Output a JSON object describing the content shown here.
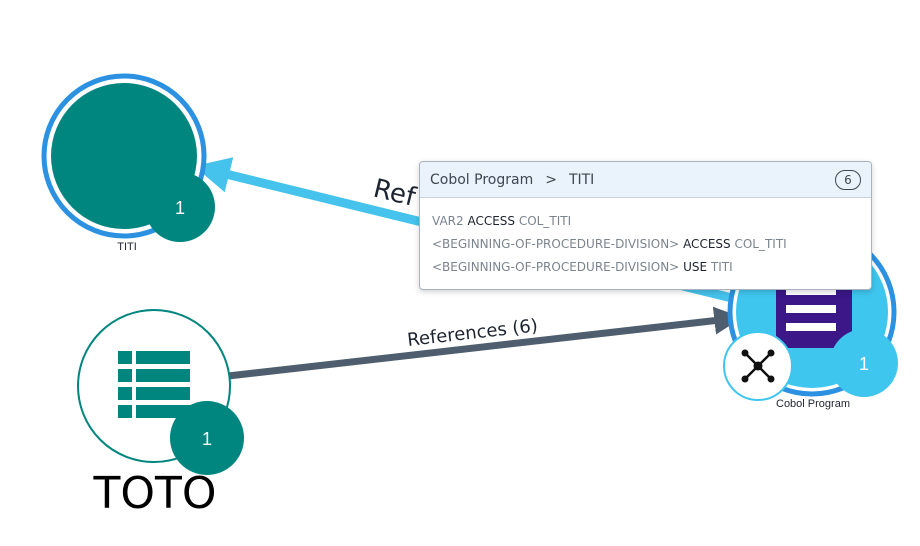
{
  "nodes": {
    "titi": {
      "label": "TITI",
      "badge": "1",
      "color": "#00857f",
      "ring_color": "#2b91e0"
    },
    "toto": {
      "label": "TOTO",
      "badge": "1",
      "color": "#00857f",
      "icon": "list-table-icon"
    },
    "cobol": {
      "label": "Cobol Program",
      "badge": "1",
      "color": "#3ec6ee",
      "icon": "document-list-icon",
      "sub_icon": "graph-network-icon",
      "icon_color": "#3b1787"
    }
  },
  "edges": {
    "cobol_to_titi": {
      "label": "Ref",
      "color": "#45c3ec"
    },
    "toto_to_cobol": {
      "label": "References (6)",
      "color": "#4e5e6e"
    }
  },
  "tooltip": {
    "path_root": "Cobol Program",
    "path_sep": ">",
    "path_leaf": "TITI",
    "count": "6",
    "rows": [
      {
        "left": "VAR2",
        "kw": "ACCESS",
        "right": "COL_TITI"
      },
      {
        "left": "<BEGINNING-OF-PROCEDURE-DIVISION>",
        "kw": "ACCESS",
        "right": "COL_TITI"
      },
      {
        "left": "<BEGINNING-OF-PROCEDURE-DIVISION>",
        "kw": "USE",
        "right": "TITI"
      }
    ]
  }
}
